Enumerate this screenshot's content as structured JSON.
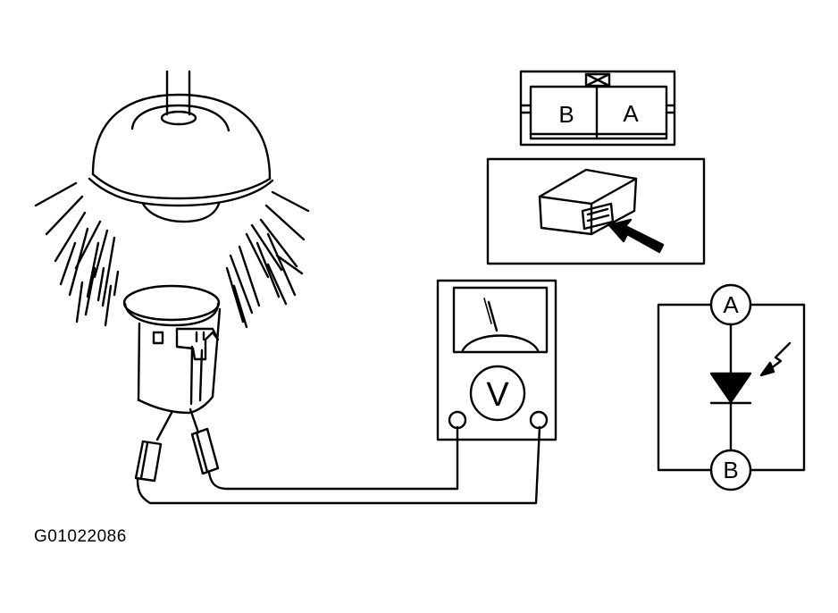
{
  "figure_id": "G01022086",
  "connector": {
    "terminal_left": "B",
    "terminal_right": "A"
  },
  "meter": {
    "symbol": "V"
  },
  "schematic": {
    "node_top": "A",
    "node_bottom": "B"
  },
  "icons": [
    "lamp-icon",
    "sensor-icon",
    "voltmeter-icon",
    "connector-icon",
    "arrow-icon",
    "photodiode-icon"
  ],
  "colors": {
    "line": "#000000",
    "background": "#ffffff"
  }
}
